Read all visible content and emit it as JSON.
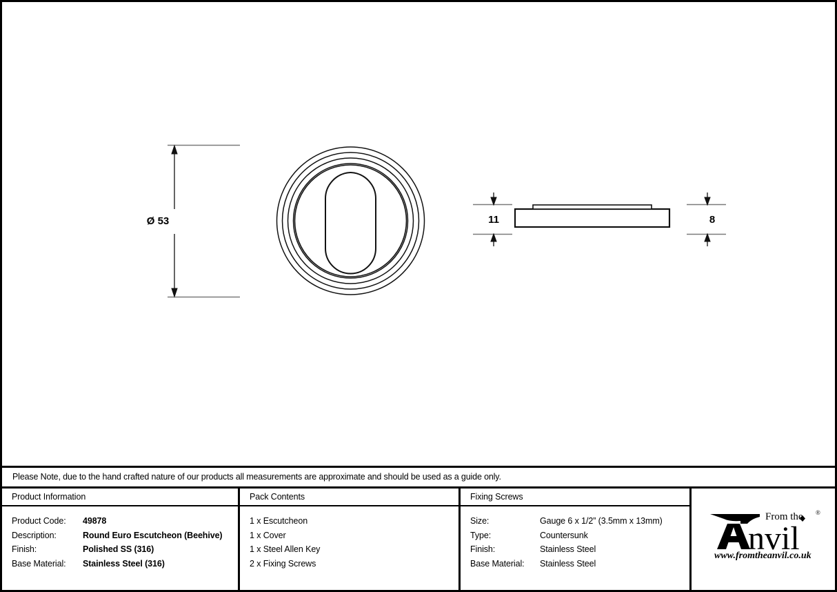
{
  "drawing": {
    "title": "Round Euro Escutcheon (Beehive) technical drawing",
    "front_view": {
      "shape": "beehive-concentric-rings-round-escutcheon",
      "ring_count": 7,
      "keyhole": "euro-cylinder-profile"
    },
    "dimensions": {
      "diameter": "Ø 53",
      "total_thickness": "11",
      "cover_thickness": "8"
    }
  },
  "note": {
    "text": "Please Note, due to the hand crafted nature of our products all measurements are approximate and should be used as a guide only."
  },
  "product_information": {
    "heading": "Product Information",
    "rows": [
      {
        "label": "Product Code:",
        "value": "49878"
      },
      {
        "label": "Description:",
        "value": "Round Euro Escutcheon (Beehive)"
      },
      {
        "label": "Finish:",
        "value": "Polished SS (316)"
      },
      {
        "label": "Base Material:",
        "value": "Stainless Steel (316)"
      }
    ]
  },
  "pack_contents": {
    "heading": "Pack Contents",
    "items": [
      "1 x Escutcheon",
      "1 x Cover",
      "1 x Steel Allen Key",
      "2 x Fixing Screws"
    ]
  },
  "fixing_screws": {
    "heading": "Fixing Screws",
    "rows": [
      {
        "label": "Size:",
        "value": "Gauge 6 x 1/2” (3.5mm x 13mm)"
      },
      {
        "label": "Type:",
        "value": "Countersunk"
      },
      {
        "label": "Finish:",
        "value": "Stainless Steel"
      },
      {
        "label": "Base Material:",
        "value": "Stainless Steel"
      }
    ]
  },
  "logo": {
    "top_text": "From the",
    "main_text": "Anvil",
    "url": "www.fromtheanvil.co.uk",
    "registered_mark": "®"
  },
  "colors": {
    "ink": "#000000",
    "paper": "#ffffff",
    "dim_line": "#7a7a7a"
  }
}
